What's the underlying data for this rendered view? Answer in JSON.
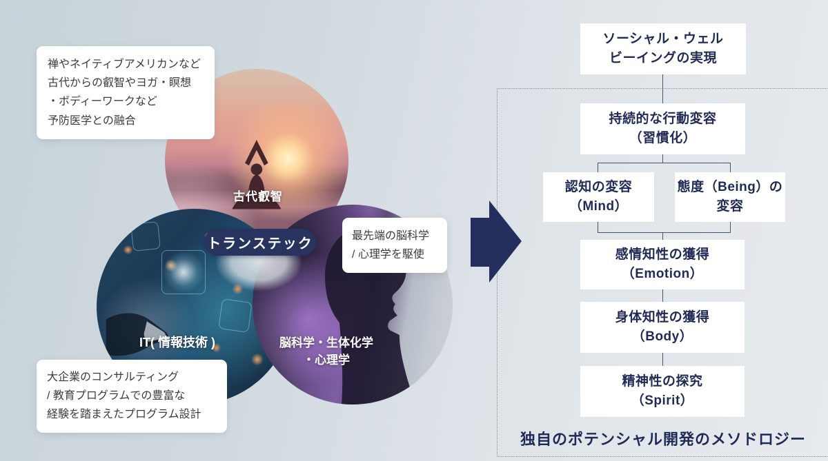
{
  "venn": {
    "center_label": "トランステック",
    "ancient": {
      "label": "古代叡智"
    },
    "it": {
      "label": "IT( 情報技術 )"
    },
    "neuro": {
      "label_lines": [
        "脳科学・生体化学",
        "・心理学"
      ]
    }
  },
  "callouts": {
    "ancient": {
      "lines": [
        "禅やネイティブアメリカンなど",
        "古代からの叡智やヨガ・瞑想",
        "・ボディーワークなど",
        "予防医学との融合"
      ]
    },
    "brain": {
      "lines": [
        "最先端の脳科学",
        "/ 心理学を駆使"
      ]
    },
    "consulting": {
      "lines": [
        "大企業のコンサルティング",
        "/ 教育プログラムでの豊富な",
        "経験を踏まえたプログラム設計"
      ]
    }
  },
  "flow": {
    "boxes": {
      "goal": {
        "lines": [
          "ソーシャル・ウェル",
          "ビーイングの実現"
        ]
      },
      "habit": {
        "lines": [
          "持続的な行動変容",
          "（習慣化）"
        ]
      },
      "mind": {
        "lines": [
          "認知の変容",
          "（Mind）"
        ]
      },
      "being": {
        "lines": [
          "態度（Being）の",
          "変容"
        ]
      },
      "emotion": {
        "lines": [
          "感情知性の獲得",
          "（Emotion）"
        ]
      },
      "body": {
        "lines": [
          "身体知性の獲得",
          "（Body）"
        ]
      },
      "spirit": {
        "lines": [
          "精神性の探究",
          "（Spirit）"
        ]
      }
    },
    "caption": "独自のポテンシャル開発のメソドロジー"
  },
  "colors": {
    "navy_accent": "#242f5e",
    "flow_text": "#1f2a57",
    "background_left": "#c7d2d9",
    "background_right": "#e7ebee",
    "dotted_border": "#858f96"
  }
}
